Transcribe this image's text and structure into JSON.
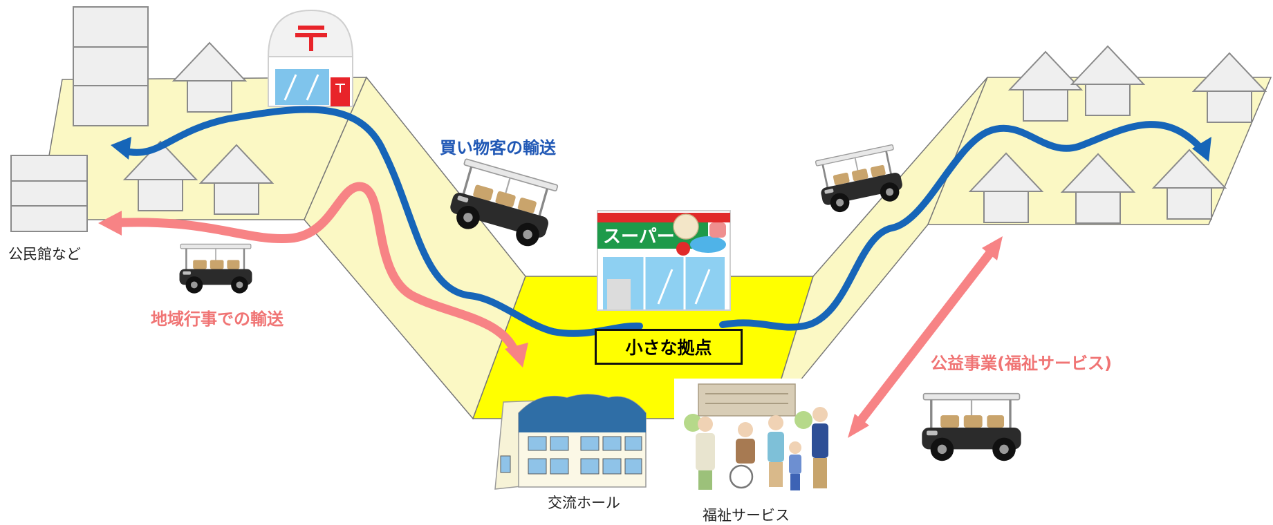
{
  "labels": {
    "community_hall": "公民館など",
    "shopping_transport": "買い物客の輸送",
    "local_event_transport": "地域行事での輸送",
    "small_hub": "小さな拠点",
    "public_interest": "公益事業(福祉サービス)",
    "exchange_hall": "交流ホール",
    "welfare_service": "福祉サービス",
    "supermarket_sign": "スーパー"
  },
  "colors": {
    "plateau": "#fbf8c4",
    "valley_floor": "#ffff00",
    "blue_route": "#1665b8",
    "pink_route": "#f78385",
    "label_blue": "#1f57b5",
    "label_pink": "#f07474",
    "house": "#efefef",
    "house_stroke": "#8a8a8a",
    "super_green": "#1e9a4a",
    "super_red": "#e12a2a",
    "post_red": "#e8242a"
  },
  "icons": {
    "post_office": "post-office-icon",
    "supermarket": "supermarket-icon",
    "golf_cart": "golf-cart-icon",
    "community_building": "community-building-icon",
    "welfare_people": "welfare-people-icon",
    "house": "house-icon",
    "apartment": "apartment-icon"
  }
}
